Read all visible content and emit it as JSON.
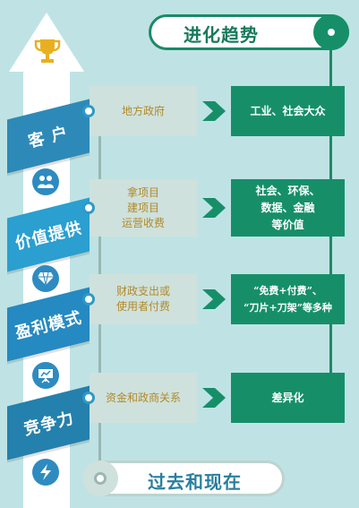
{
  "top_title": "进化趋势",
  "bottom_title": "过去和现在",
  "categories": [
    {
      "label": "客 户",
      "icon": "people-icon"
    },
    {
      "label": "价值提供",
      "icon": "diamond-icon"
    },
    {
      "label": "盈利模式",
      "icon": "presentation-icon"
    },
    {
      "label": "竞争力",
      "icon": "lightning-icon"
    }
  ],
  "rows": [
    {
      "past": [
        "地方政府"
      ],
      "present": [
        "工业、社会大众"
      ]
    },
    {
      "past": [
        "拿项目",
        "建项目",
        "运营收费"
      ],
      "present": [
        "社会、环保、",
        "数据、金融",
        "等价值"
      ]
    },
    {
      "past": [
        "财政支出或",
        "使用者付费"
      ],
      "present": [
        "“免费+付费”、",
        "“刀片+刀架”等多种"
      ]
    },
    {
      "past": [
        "资金和政商关系"
      ],
      "present": [
        "差异化"
      ]
    }
  ],
  "colors": {
    "background": "#bfe3e4",
    "green": "#168f69",
    "blue": "#2d8ab8",
    "grey": "#cfe1dc",
    "gold": "#b08a2a"
  }
}
